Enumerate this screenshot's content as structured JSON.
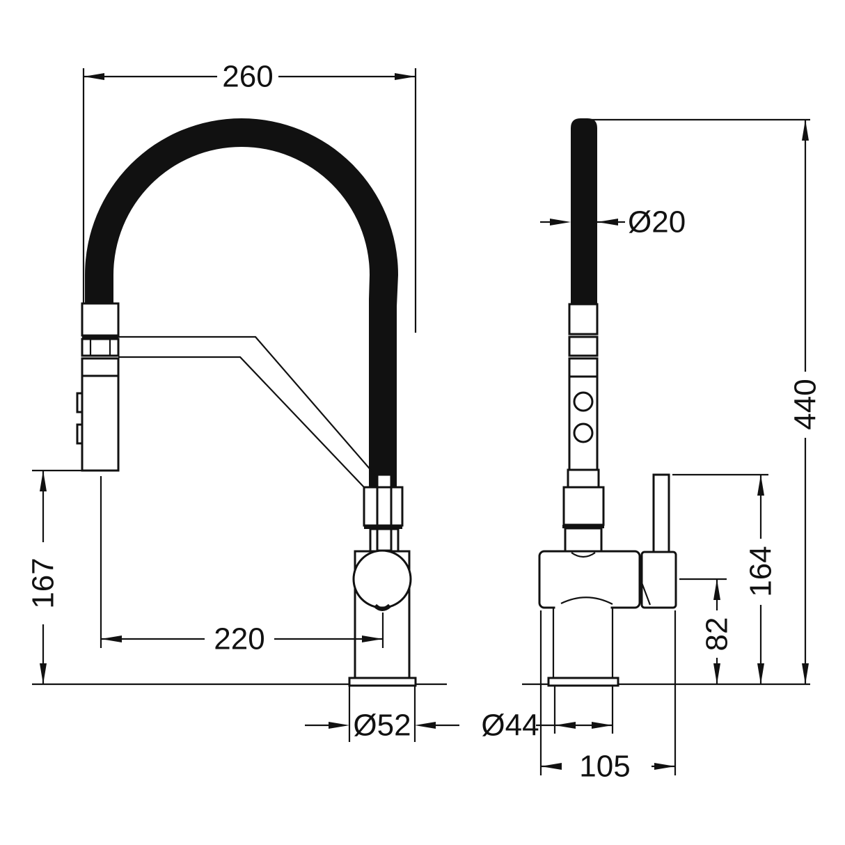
{
  "page": {
    "title": "Kitchen mixer tap technical dimension drawing",
    "background": "#ffffff",
    "line_color": "#111111"
  },
  "views": {
    "front": "front view with pull-out spray head and flexible hose arc",
    "side": "side view with lever handle"
  },
  "dimensions": {
    "arc_width": "260",
    "spray_head_drop": "167",
    "spout_reach": "220",
    "base_diameter": "Ø52",
    "hose_diameter": "Ø20",
    "total_height": "440",
    "handle_height": "164",
    "pivot_height": "82",
    "shank_diameter": "Ø44",
    "body_depth": "105"
  }
}
